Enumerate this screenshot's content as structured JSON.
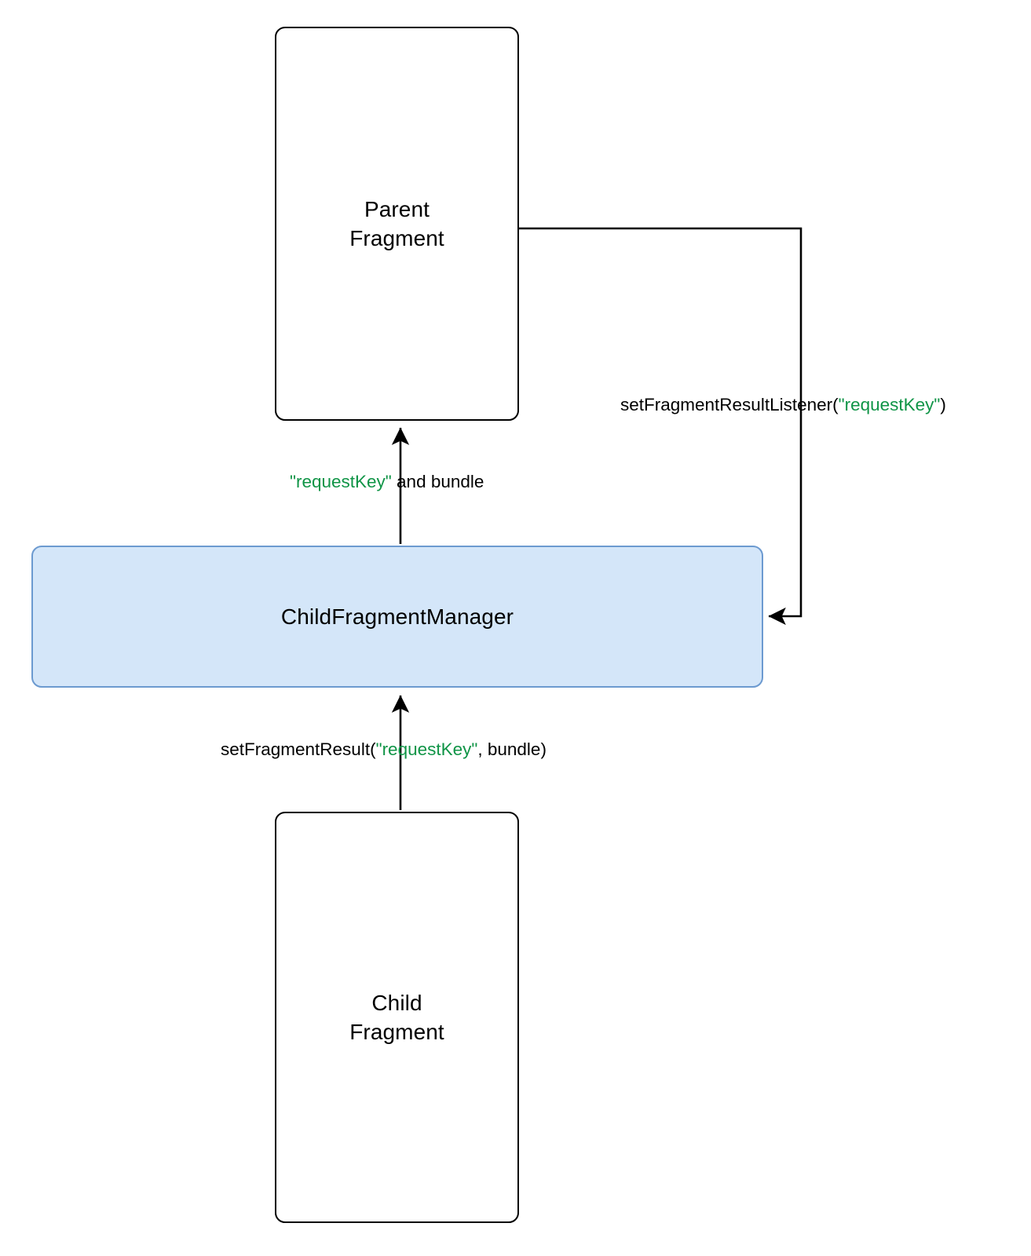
{
  "diagram": {
    "title": "Fragment Result passing between Parent Fragment, ChildFragmentManager and Child Fragment",
    "colors": {
      "highlight_fill": "#d4e6f9",
      "highlight_stroke": "#6c9ad0",
      "node_stroke": "#000000",
      "edge_stroke": "#000000",
      "key_text": "#0f9446",
      "text": "#000000",
      "background": "#ffffff"
    },
    "nodes": [
      {
        "id": "parent-fragment",
        "label": "Parent\nFragment",
        "style": "plain"
      },
      {
        "id": "child-fragment-manager",
        "label": "ChildFragmentManager",
        "style": "highlight"
      },
      {
        "id": "child-fragment",
        "label": "Child\nFragment",
        "style": "plain"
      }
    ],
    "edges": [
      {
        "id": "listener",
        "from": "parent-fragment",
        "to": "child-fragment-manager",
        "label_parts": [
          {
            "text": "setFragmentResultListener(",
            "kind": "plain"
          },
          {
            "text": "\"requestKey\"",
            "kind": "key"
          },
          {
            "text": ")",
            "kind": "plain"
          }
        ]
      },
      {
        "id": "result-up",
        "from": "child-fragment-manager",
        "to": "parent-fragment",
        "label_parts": [
          {
            "text": "\"requestKey\"",
            "kind": "key"
          },
          {
            "text": " and bundle",
            "kind": "plain"
          }
        ]
      },
      {
        "id": "set-result",
        "from": "child-fragment",
        "to": "child-fragment-manager",
        "label_parts": [
          {
            "text": "setFragmentResult(",
            "kind": "plain"
          },
          {
            "text": "\"requestKey\"",
            "kind": "key"
          },
          {
            "text": ", bundle)",
            "kind": "plain"
          }
        ]
      }
    ]
  }
}
